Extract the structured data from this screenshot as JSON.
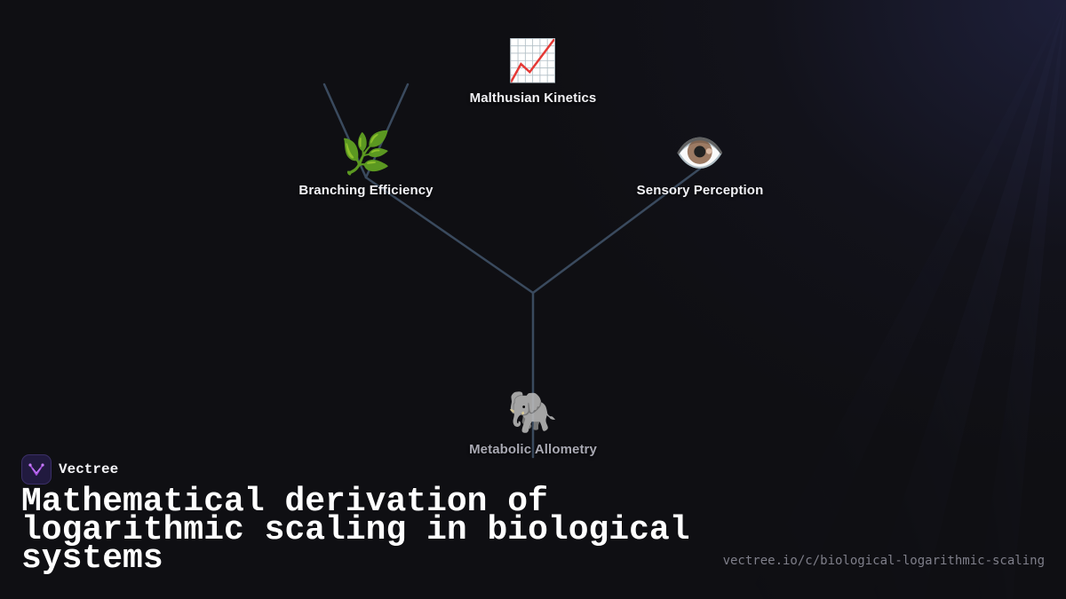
{
  "brand": {
    "name": "Vectree"
  },
  "title": "Mathematical derivation of logarithmic scaling in biological systems",
  "url": "vectree.io/c/biological-logarithmic-scaling",
  "colors": {
    "background": "#0f0f13",
    "connector": "#3a4a5e",
    "brand_logo_bg": "#211a3f",
    "brand_logo_accent": "#a04bd8"
  },
  "tree": {
    "nodes": [
      {
        "id": "malthusian",
        "label": "Malthusian Kinetics",
        "icon": "chart-increasing-icon",
        "glyph": "📈"
      },
      {
        "id": "branching",
        "label": "Branching Efficiency",
        "icon": "herb-icon",
        "glyph": "🌿"
      },
      {
        "id": "sensory",
        "label": "Sensory Perception",
        "icon": "eye-icon",
        "glyph": "👁️"
      },
      {
        "id": "metabolic",
        "label": "Metabolic Allometry",
        "icon": "elephant-icon",
        "glyph": "🐘"
      }
    ]
  }
}
